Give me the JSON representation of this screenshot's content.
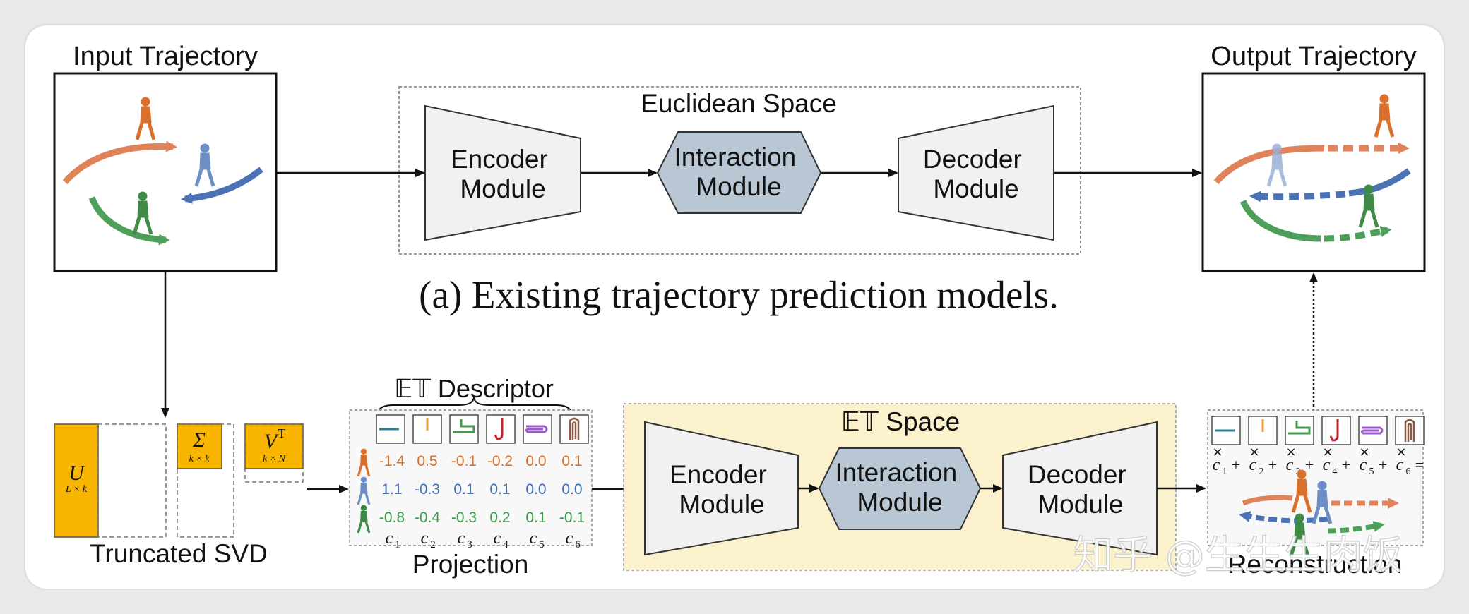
{
  "top": {
    "input_title": "Input Trajectory",
    "output_title": "Output Trajectory",
    "space_label": "Euclidean Space",
    "encoder": [
      "Encoder",
      "Module"
    ],
    "interaction": [
      "Interaction",
      "Module"
    ],
    "decoder": [
      "Decoder",
      "Module"
    ],
    "caption": "(a) Existing trajectory prediction models."
  },
  "bottom": {
    "svd_label": "Truncated SVD",
    "u_label": "U",
    "u_sub": "L × k",
    "sigma_label": "Σ",
    "sigma_sub": "k × k",
    "v_label": "V",
    "v_sup": "T",
    "v_sub": "k × N",
    "descriptor_label": "𝔼𝕋 Descriptor",
    "projection_label": "Projection",
    "et_space_label": "𝔼𝕋 Space",
    "encoder": [
      "Encoder",
      "Module"
    ],
    "interaction": [
      "Interaction",
      "Module"
    ],
    "decoder": [
      "Decoder",
      "Module"
    ],
    "reconstruction_label": "Reconstruction",
    "coef_rows": [
      {
        "color": "#d9702c",
        "values": [
          "-1.4",
          "0.5",
          "-0.1",
          "-0.2",
          "0.0",
          "0.1"
        ]
      },
      {
        "color": "#3f6fb3",
        "values": [
          "1.1",
          "-0.3",
          "0.1",
          "0.1",
          "0.0",
          "0.0"
        ]
      },
      {
        "color": "#3f9a4c",
        "values": [
          "-0.8",
          "-0.4",
          "-0.3",
          "0.2",
          "0.1",
          "-0.1"
        ]
      }
    ],
    "coef_names": [
      "c",
      "c",
      "c",
      "c",
      "c",
      "c"
    ],
    "coef_subs": [
      "1",
      "2",
      "3",
      "4",
      "5",
      "6"
    ],
    "recon_terms": [
      "c",
      "c",
      "c",
      "c",
      "c",
      "c"
    ],
    "recon_ops": [
      "+",
      "+",
      "+",
      "+",
      "+",
      "="
    ],
    "times": "×"
  },
  "watermark": "知乎 @生生生肉饭",
  "colors": {
    "orange": "#e0825a",
    "blue": "#4a72b4",
    "green": "#4e9f5a",
    "yellow": "#f7b500",
    "et_bg": "#fbf1cc",
    "hex": "#b9c7d5"
  }
}
